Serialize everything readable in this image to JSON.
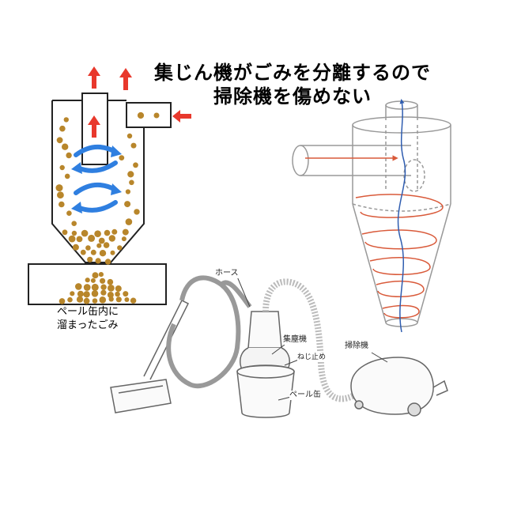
{
  "title": {
    "line1": "集じん機がごみを分離するので",
    "line2": "掃除機を傷めない"
  },
  "labels": {
    "pail_line1": "ペール缶内に",
    "pail_line2": "溜まったごみ",
    "hose": "ホース",
    "dust_collector": "集塵機",
    "screw_stopper": "ねじ止め",
    "pail_can": "ペール缶",
    "vacuum": "掃除機"
  },
  "colors": {
    "dust": "#b8862b",
    "swirl": "#2f7fe0",
    "arrow": "#e8382c",
    "flow_red": "#d95a3a",
    "flow_blue": "#2f5db0"
  }
}
